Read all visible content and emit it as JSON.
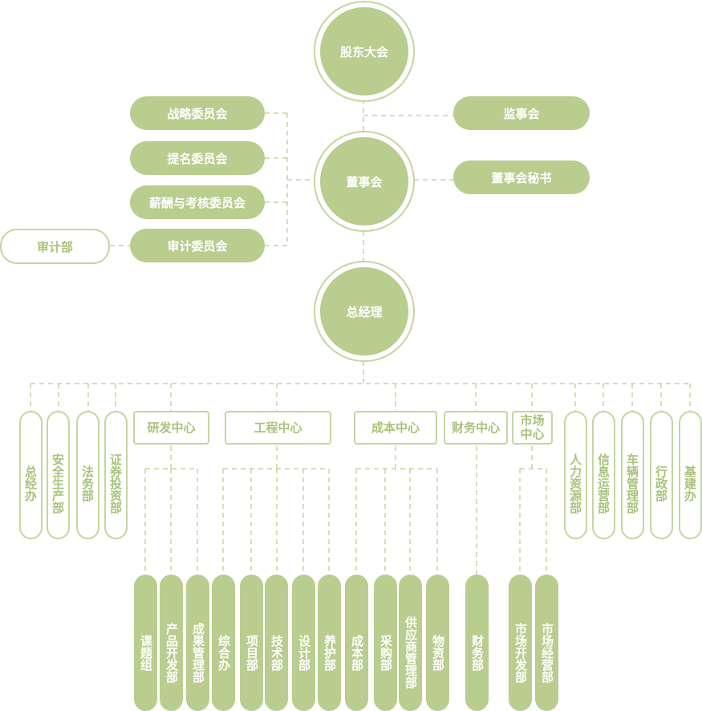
{
  "colors": {
    "fill": "#b8cd8e",
    "outline": "#c3d6a0",
    "outline_text": "#a9c37a",
    "line": "#c3d6a0"
  },
  "top": {
    "shareholders": "股东大会",
    "board": "董事会",
    "general_manager": "总经理"
  },
  "committees": [
    {
      "label": "战略委员会"
    },
    {
      "label": "提名委员会"
    },
    {
      "label": "薪酬与考核委员会"
    },
    {
      "label": "审计委员会"
    }
  ],
  "audit_dept": "审计部",
  "right_nodes": [
    {
      "label": "监事会"
    },
    {
      "label": "董事会秘书"
    }
  ],
  "left_depts": [
    {
      "label": "总经办"
    },
    {
      "label": "安全生产部"
    },
    {
      "label": "法务部"
    },
    {
      "label": "证券投资部"
    }
  ],
  "right_depts": [
    {
      "label": "人力资源部"
    },
    {
      "label": "信息运营部"
    },
    {
      "label": "车辆管理部"
    },
    {
      "label": "行政部"
    },
    {
      "label": "基建办"
    }
  ],
  "centers": [
    {
      "label": "研发中心",
      "subs": [
        "课题组",
        "产品开发部",
        "成果管理部"
      ]
    },
    {
      "label": "工程中心",
      "subs": [
        "综合办",
        "项目部",
        "技术部",
        "设计部",
        "养护部"
      ]
    },
    {
      "label": "成本中心",
      "subs": [
        "成本部",
        "采购部",
        "供应商管理部",
        "物资部"
      ]
    },
    {
      "label": "财务中心",
      "subs": [
        "财务部"
      ]
    },
    {
      "label": "市场中心",
      "subs": [
        "市场开发部",
        "市场经营部"
      ]
    }
  ]
}
